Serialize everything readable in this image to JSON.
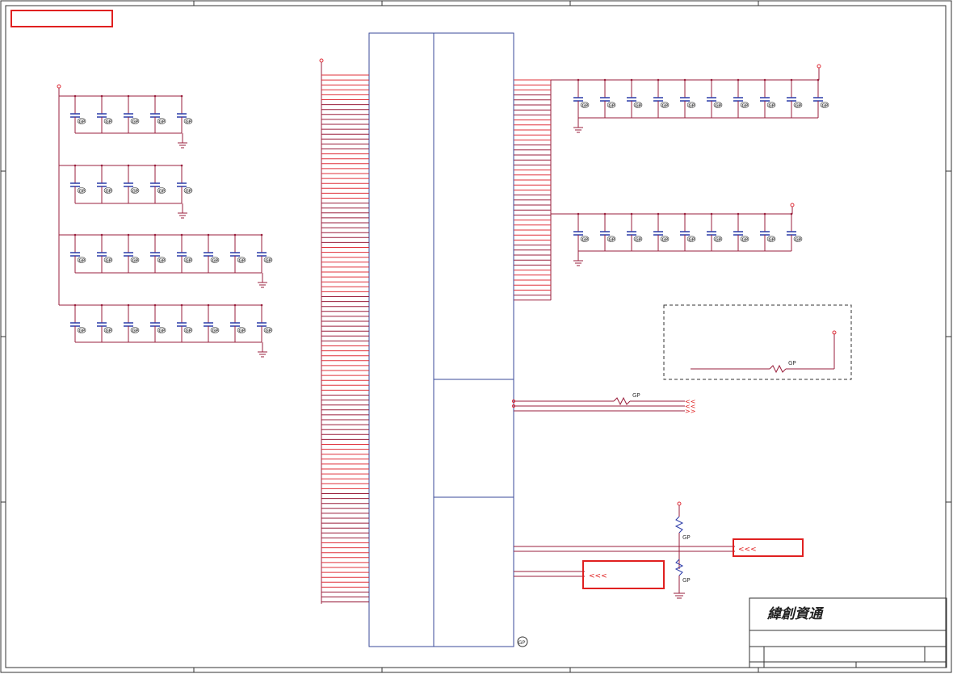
{
  "schematic": {
    "company_name": "緯創資通",
    "gp_marker": "GP",
    "cap_label": "GP",
    "res_label": "GP",
    "arrow_glyph": "<<",
    "arrow_glyph_right": ">>",
    "net_glyph": "<<<",
    "colors": {
      "wire": "#9a1f3c",
      "pin": "#e0303a",
      "box": "#3a4a9a",
      "cap": "#2a3aa8",
      "highlight": "#e02020",
      "border": "#333333"
    },
    "cap_groups": [
      {
        "count": 5
      },
      {
        "count": 5
      },
      {
        "count": 8
      },
      {
        "count": 8
      },
      {
        "count": 10
      },
      {
        "count": 9
      }
    ],
    "icon_names": [
      "capacitor-icon",
      "ground-icon",
      "resistor-icon",
      "power-pin-icon"
    ]
  }
}
